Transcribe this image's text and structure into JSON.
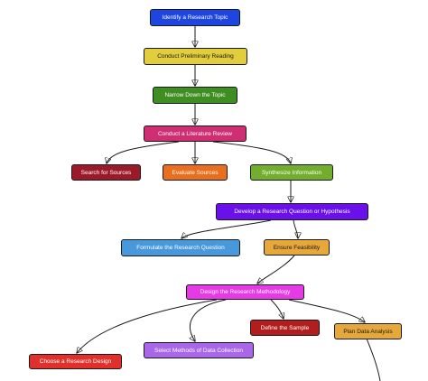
{
  "diagram": {
    "nodes": {
      "identify": {
        "label": "Identify a Research Topic",
        "color": "#1f45e0"
      },
      "preliminary": {
        "label": "Conduct Preliminary Reading",
        "color": "#e2cd3c"
      },
      "narrow": {
        "label": "Narrow Down the Topic",
        "color": "#3f8e22"
      },
      "literature": {
        "label": "Conduct a Literature Review",
        "color": "#cf2e72"
      },
      "search": {
        "label": "Search for Sources",
        "color": "#9a1a2a"
      },
      "evaluate": {
        "label": "Evaluate Sources",
        "color": "#e96e1e"
      },
      "synthesize": {
        "label": "Synthesize Information",
        "color": "#72ad2e"
      },
      "develop": {
        "label": "Develop a Research Question or Hypothesis",
        "color": "#6a10ea"
      },
      "formulate": {
        "label": "Formulate the Research Question",
        "color": "#4898dc"
      },
      "feasibility": {
        "label": "Ensure Feasibility",
        "color": "#e6a83a"
      },
      "methodology": {
        "label": "Design the Research Methodology",
        "color": "#e63ae6"
      },
      "sample": {
        "label": "Define the Sample",
        "color": "#b21e1e"
      },
      "analysis": {
        "label": "Plan Data Analysis",
        "color": "#e6a83a"
      },
      "methods": {
        "label": "Select Methods of Data Collection",
        "color": "#aa66e8"
      },
      "design": {
        "label": "Choose a Research Design",
        "color": "#e0302c"
      }
    }
  }
}
